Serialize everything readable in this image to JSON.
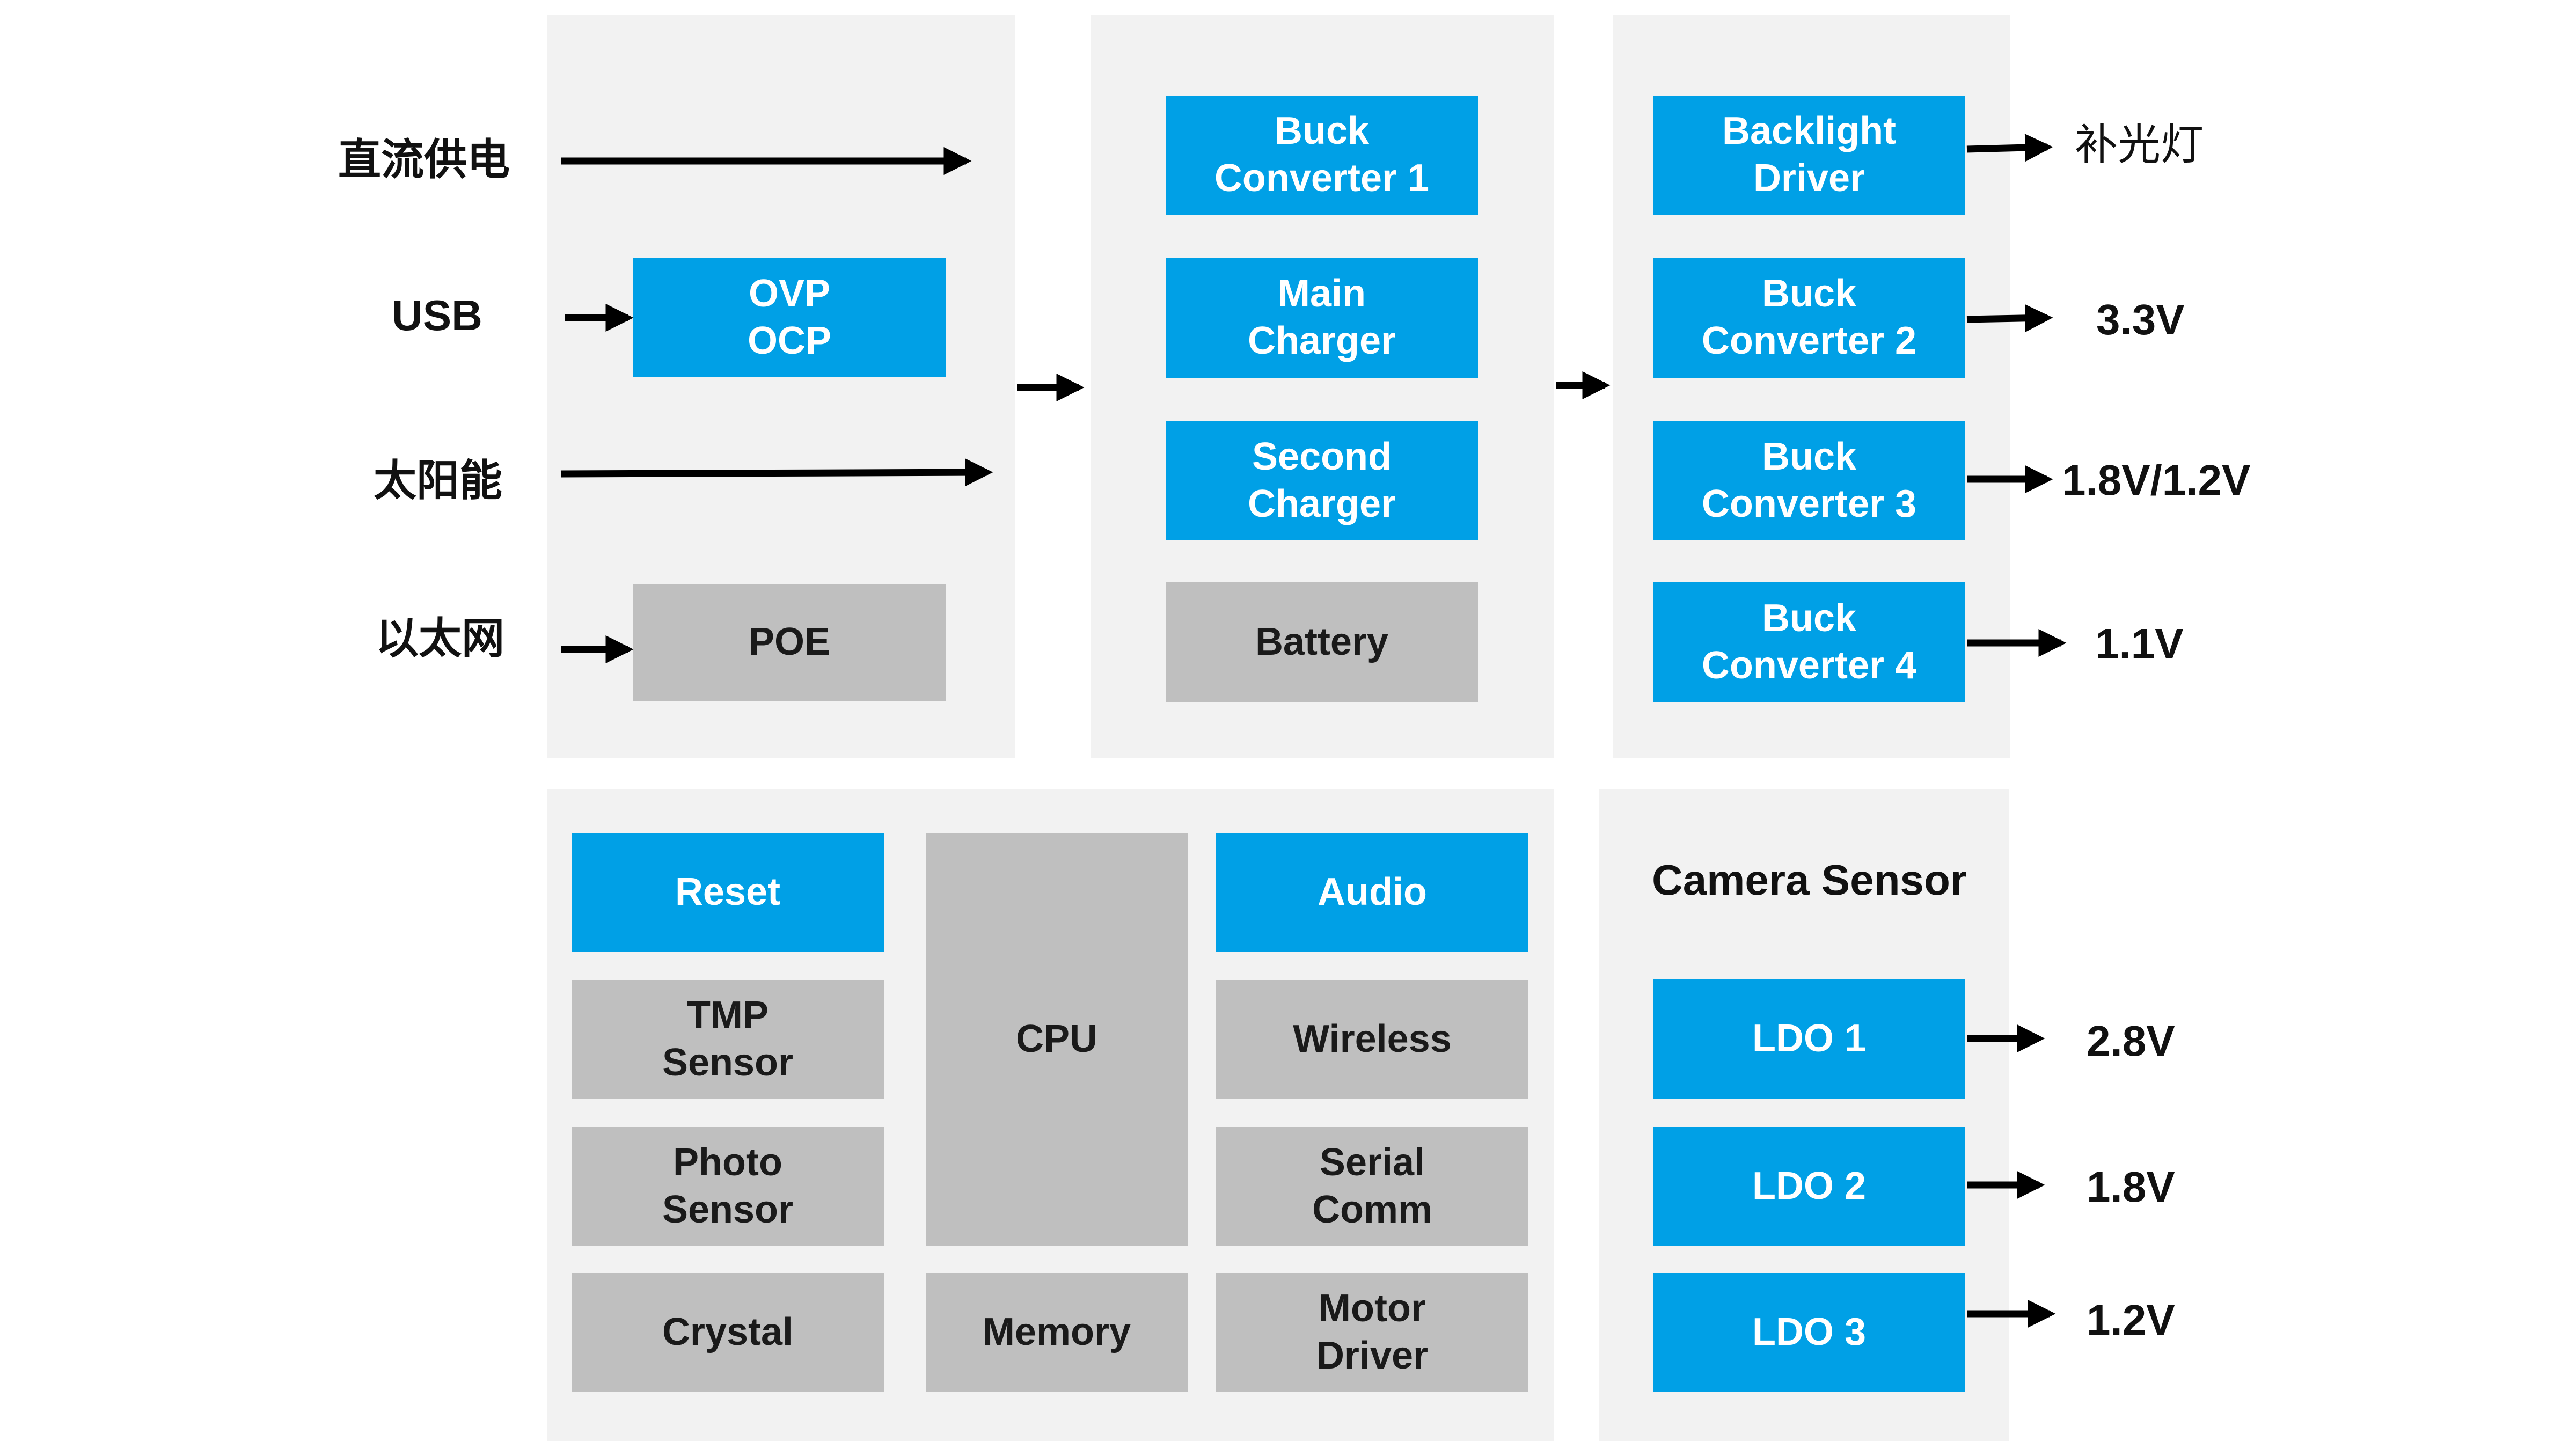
{
  "inputs": {
    "dc": "直流供电",
    "usb": "USB",
    "solar": "太阳能",
    "ethernet": "以太网"
  },
  "input_panel": {
    "ovp": [
      "OVP",
      "OCP"
    ],
    "poe": [
      "POE"
    ]
  },
  "power_panel": {
    "buck1": [
      "Buck",
      "Converter 1"
    ],
    "main_charger": [
      "Main",
      "Charger"
    ],
    "second_charger": [
      "Second",
      "Charger"
    ],
    "battery": [
      "Battery"
    ]
  },
  "output_panel": {
    "backlight": [
      "Backlight",
      "Driver"
    ],
    "buck2": [
      "Buck",
      "Converter 2"
    ],
    "buck3": [
      "Buck",
      "Converter 3"
    ],
    "buck4": [
      "Buck",
      "Converter 4"
    ]
  },
  "outputs": {
    "backlight_out": "补光灯",
    "buck2_out": "3.3V",
    "buck3_out": "1.8V/1.2V",
    "buck4_out": "1.1V"
  },
  "system_panel": {
    "reset": [
      "Reset"
    ],
    "tmp_sensor": [
      "TMP",
      "Sensor"
    ],
    "photo_sensor": [
      "Photo",
      "Sensor"
    ],
    "crystal": [
      "Crystal"
    ],
    "cpu": [
      "CPU"
    ],
    "memory": [
      "Memory"
    ],
    "audio": [
      "Audio"
    ],
    "wireless": [
      "Wireless"
    ],
    "serial_comm": [
      "Serial",
      "Comm"
    ],
    "motor_driver": [
      "Motor",
      "Driver"
    ]
  },
  "camera_panel": {
    "title": "Camera Sensor",
    "ldo1": [
      "LDO 1"
    ],
    "ldo2": [
      "LDO 2"
    ],
    "ldo3": [
      "LDO 3"
    ],
    "ldo1_out": "2.8V",
    "ldo2_out": "1.8V",
    "ldo3_out": "1.2V"
  },
  "colors": {
    "blue_block": "#00a0e6",
    "gray_block": "#bfbfbf",
    "panel": "#f2f2f2",
    "arrow": "#000000"
  }
}
